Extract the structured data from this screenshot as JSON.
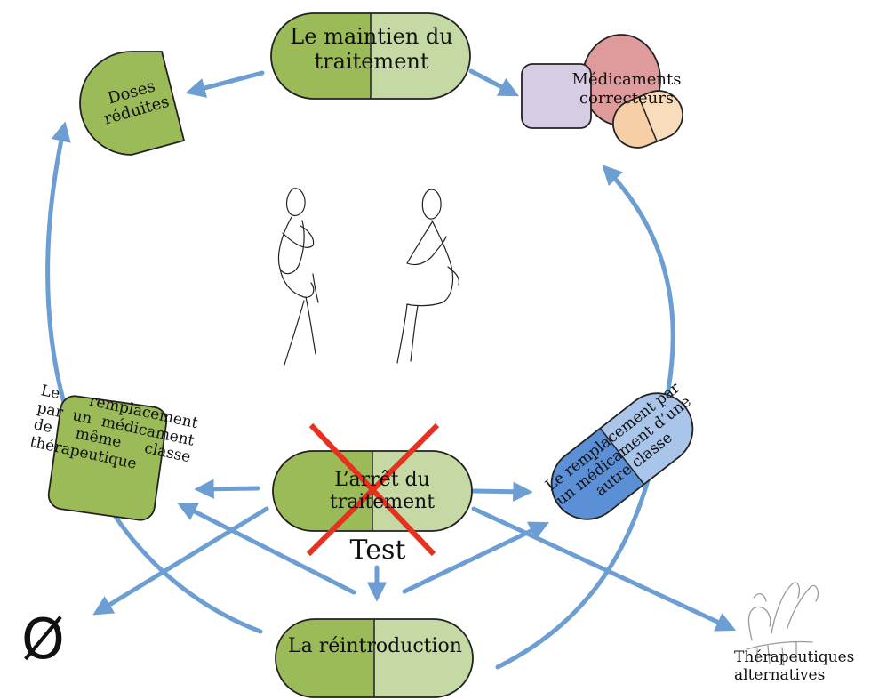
{
  "nodes": {
    "maintain": "Le maintien du traitement",
    "doses": "Doses réduites",
    "correctors": "Médicaments correcteurs",
    "same_class": "Le remplacement par un médicament de même classe thérapeutique",
    "stop": "L’arrêt du traitement",
    "other_class": "Le remplacement par un médicament d’une autre classe",
    "test": "Test",
    "reintro": "La réintroduction",
    "empty": "Ø",
    "alternatives": "Thérapeutiques alternatives"
  },
  "colors": {
    "arrow": "#6c9ed4",
    "green_dark": "#9bbb59",
    "green_light": "#c4d9a3",
    "blue_dark": "#5b8fd6",
    "blue_light": "#a9c6ea",
    "purple": "#d6cde4",
    "rose": "#df9b9b",
    "peach": "#f6cfa6",
    "cross": "#e8301e"
  }
}
